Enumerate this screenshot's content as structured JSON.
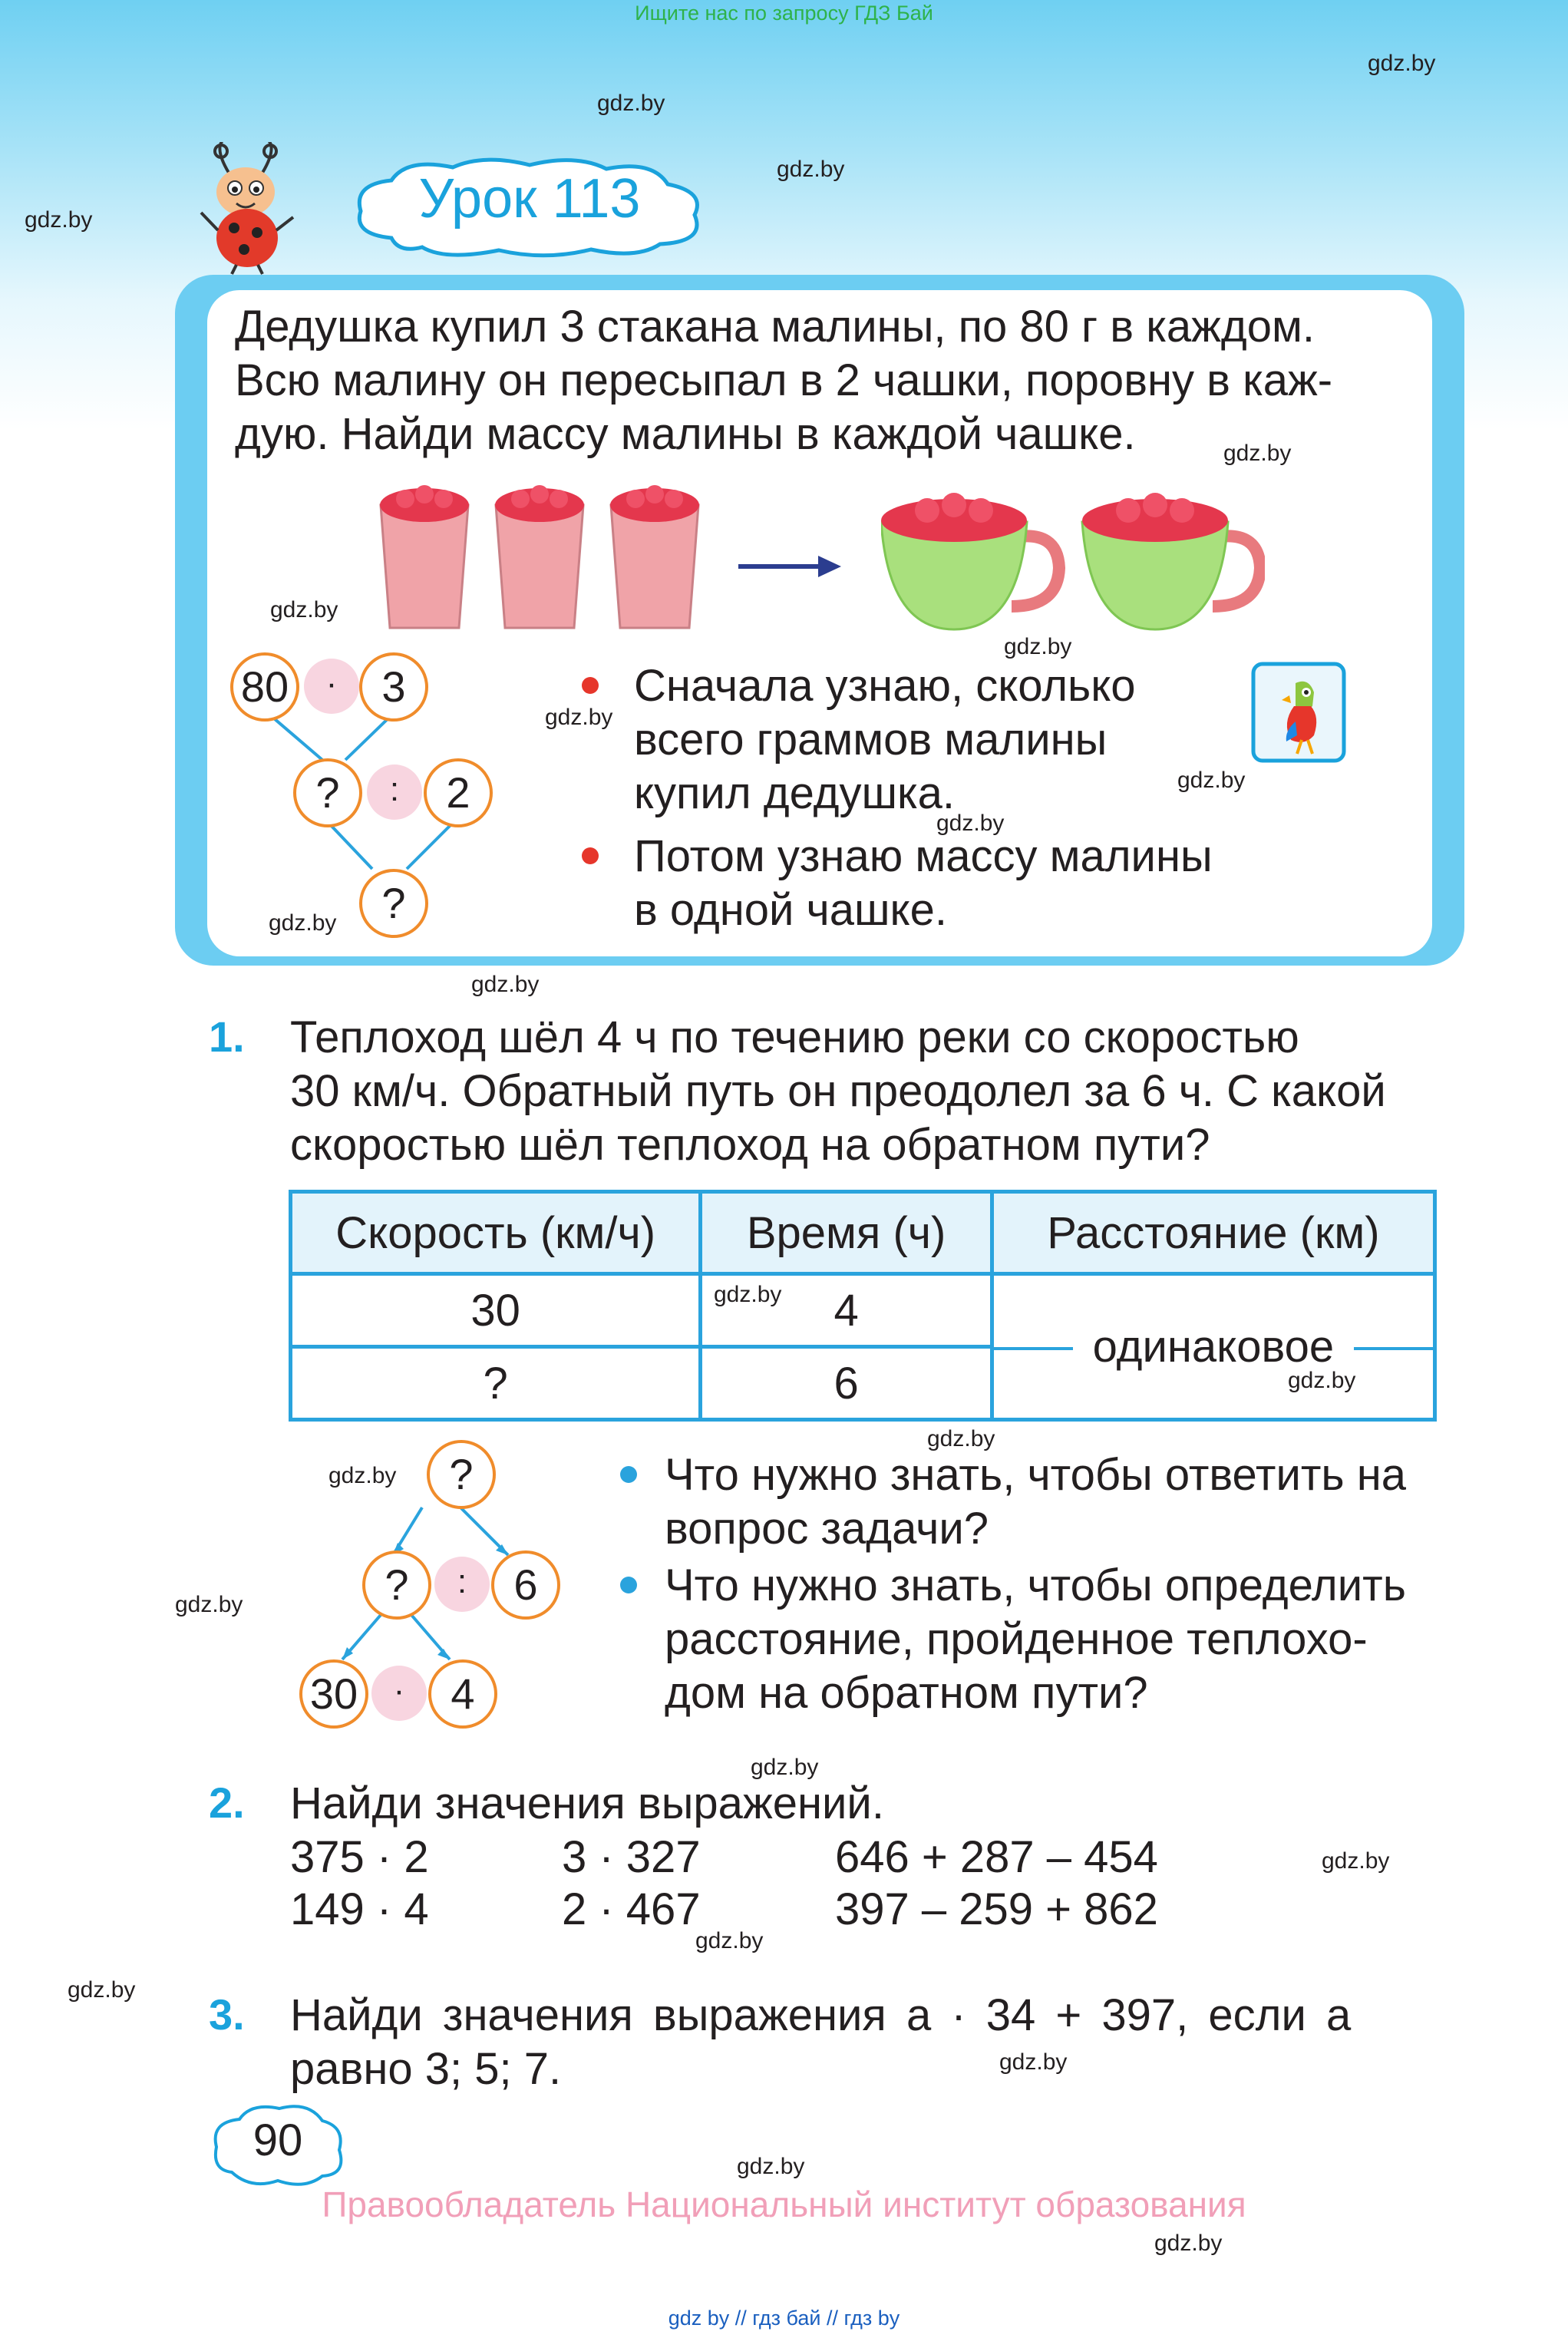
{
  "header": {
    "banner": "Ищите нас по запросу ГДЗ Бай",
    "lesson_title": "Урок 113"
  },
  "watermark": "gdz.by",
  "intro": {
    "lines": [
      "Дедушка купил 3 стакана малины, по 80 г в каждом.",
      "Всю малину он пересыпал в 2 чашки, поровну в каж-",
      "дую. Найди массу малины в каждой чашке."
    ],
    "scheme": {
      "a": "80",
      "op1": "·",
      "b": "3",
      "c": "?",
      "op2": ":",
      "d": "2",
      "result": "?"
    },
    "bullets": [
      [
        "Сначала узнаю, сколько",
        "всего граммов малины",
        "купил дедушка."
      ],
      [
        "Потом узнаю массу малины",
        "в одной чашке."
      ]
    ]
  },
  "task1": {
    "number": "1.",
    "lines": [
      "Теплоход шёл 4 ч по течению реки со скоростью",
      "30 км/ч. Обратный путь он преодолел за 6 ч. С какой",
      "скоростью шёл теплоход на обратном пути?"
    ],
    "table": {
      "headers": [
        "Скорость (км/ч)",
        "Время (ч)",
        "Расстояние (км)"
      ],
      "rows": [
        [
          "30",
          "4"
        ],
        [
          "?",
          "6"
        ]
      ],
      "merged": "одинаковое"
    },
    "scheme": {
      "top": "?",
      "mid_a": "?",
      "mid_op": ":",
      "mid_b": "6",
      "bot_a": "30",
      "bot_op": "·",
      "bot_b": "4"
    },
    "bullets": [
      [
        "Что нужно знать, чтобы ответить на",
        "вопрос задачи?"
      ],
      [
        "Что нужно знать, чтобы определить",
        "расстояние, пройденное теплохо-",
        "дом на обратном пути?"
      ]
    ]
  },
  "task2": {
    "number": "2.",
    "title": "Найди значения выражений.",
    "col1": [
      "375 · 2",
      "149 · 4"
    ],
    "col2": [
      "3 · 327",
      "2 · 467"
    ],
    "col3": [
      "646 + 287 – 454",
      "397 – 259 + 862"
    ]
  },
  "task3": {
    "number": "3.",
    "line1": "Найди значения выражения a · 34 + 397, если a",
    "line2": "равно 3; 5; 7."
  },
  "page_number": "90",
  "copyright": "Правообладатель Национальный институт образования",
  "footer": "gdz by  //  гдз бай  //  гдз by",
  "colors": {
    "accent_blue": "#1aa2dc",
    "frame_blue": "#6ccdf2",
    "circle_orange": "#f08c2b",
    "operation_pink": "#f8d5e0",
    "bullet_red": "#e6362b",
    "copyright_pink": "#f19fb8"
  }
}
